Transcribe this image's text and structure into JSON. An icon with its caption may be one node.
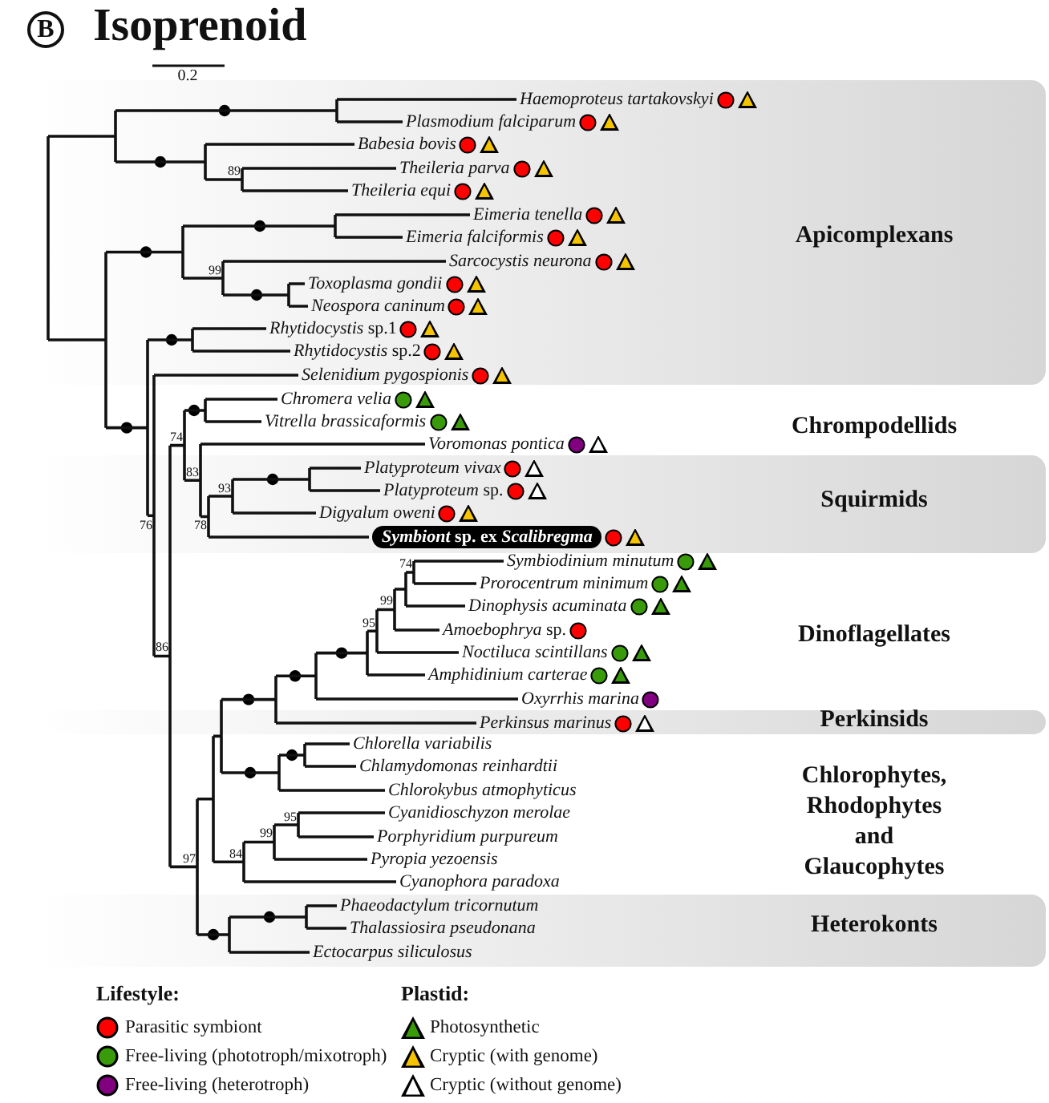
{
  "diagram": {
    "title": "Isoprenoid",
    "nodes": [
      {
        "text": [
          "Apicomplexans"
        ]
      },
      {
        "text": [
          "Haemoproteus tartakovskyi"
        ],
        "in": 0
      },
      {
        "text": [
          "Plasmodium falciparum"
        ],
        "in": 0
      },
      {
        "text": [
          "Babesia bovis"
        ],
        "in": 0
      },
      {
        "text": [
          "Theileria parva"
        ],
        "in": 0
      },
      {
        "text": [
          "Theileria equi"
        ],
        "in": 0
      },
      {
        "text": [
          "Eimeria tenella"
        ],
        "in": 0
      },
      {
        "text": [
          "Eimeria falciformis"
        ],
        "in": 0
      },
      {
        "text": [
          "Sarcocystis neurona"
        ],
        "in": 0
      },
      {
        "text": [
          "Toxoplasma gondii"
        ],
        "in": 0
      },
      {
        "text": [
          "Neospora caninum"
        ],
        "in": 0
      },
      {
        "text": [
          "*Rhytidocystis* sp.1"
        ],
        "in": 0
      },
      {
        "text": [
          "*Rhytidocystis* sp.2"
        ],
        "in": 0
      },
      {
        "text": [
          "Selenidium pygospionis"
        ],
        "in": 0
      },
      {
        "text": [
          "Chromera velia"
        ]
      },
      {
        "text": [
          "Vitrella brassicaformis"
        ]
      },
      {
        "text": [
          "Voromonas pontica"
        ]
      },
      {
        "text": [
          "Squirmids"
        ]
      },
      {
        "text": [
          "Platyproteum vivax"
        ],
        "in": 17
      },
      {
        "text": [
          "*Platyproteum* sp."
        ],
        "in": 17
      },
      {
        "text": [
          "Digyalum oweni"
        ],
        "in": 17
      },
      {
        "text": [
          "*Symbiont* sp. ex *Scalibregma*"
        ],
        "in": 17
      },
      {
        "text": [
          "Symbiodinium minutum"
        ]
      },
      {
        "text": [
          "Prorocentrum minimum"
        ]
      },
      {
        "text": [
          "Dinophysis acuminata"
        ]
      },
      {
        "text": [
          "*Amoebophrya* sp."
        ]
      },
      {
        "text": [
          "Noctiluca scintillans"
        ]
      },
      {
        "text": [
          "Amphidinium carterae"
        ]
      },
      {
        "text": [
          "Oxyrrhis marina"
        ]
      },
      {
        "text": [
          "Perkinsids"
        ]
      },
      {
        "text": [
          "Perkinsus marinus"
        ],
        "in": 29
      },
      {
        "text": [
          "Chlorella variabilis"
        ]
      },
      {
        "text": [
          "Chlamydomonas reinhardtii"
        ]
      },
      {
        "text": [
          "Chlorokybus atmophyticus"
        ]
      },
      {
        "text": [
          "Cyanidioschyzon merolae"
        ]
      },
      {
        "text": [
          "Porphyridium purpureum"
        ]
      },
      {
        "text": [
          "Pyropia yezoensis"
        ]
      },
      {
        "text": [
          "Cyanophora paradoxa"
        ]
      },
      {
        "text": [
          "Heterokonts"
        ]
      },
      {
        "text": [
          "Phaeodactylum tricornutum"
        ],
        "in": 38
      },
      {
        "text": [
          "Thalassiosira pseudonana"
        ],
        "in": 38
      },
      {
        "text": [
          "Ectocarpus siliculosus"
        ],
        "in": 38
      }
    ],
    "labels": [
      "B",
      "0.2",
      "89",
      "99",
      "Chrompodellids",
      "74",
      "83",
      "93",
      "76",
      "78",
      "74",
      "99",
      "95",
      "Dinoflagellates",
      "86",
      "Chlorophytes, Rhodophytes and Glaucophytes",
      "95",
      "99",
      "84",
      "97",
      "Lifestyle:",
      "Plastid:"
    ],
    "legend": [
      {
        "text": "Parasitic symbiont",
        "color": "#ff0000"
      },
      {
        "text": "Free-living (phototroph/mixotroph)",
        "color": "#3a9b0a"
      },
      {
        "text": "Free-living (heterotroph)",
        "color": "#800080"
      },
      {
        "text": "Photosynthetic",
        "color": "#3a9b0a"
      },
      {
        "text": "Cryptic (with genome)",
        "color": "#f5c400"
      },
      {
        "text": "Cryptic (without genome)",
        "color": "#ffffff"
      }
    ]
  }
}
